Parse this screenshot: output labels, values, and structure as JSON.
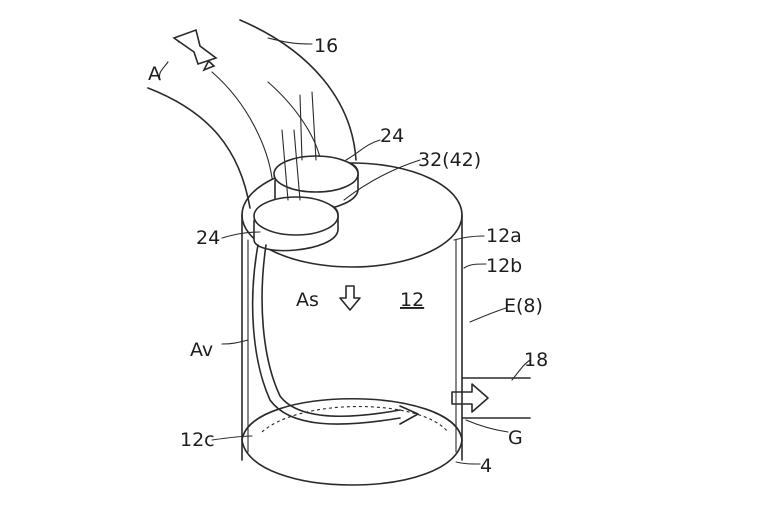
{
  "labels": {
    "A": "A",
    "n16": "16",
    "n24_top": "24",
    "n32": "32(42)",
    "n24_left": "24",
    "n12a": "12a",
    "n12b": "12b",
    "As": "As",
    "n12": "12",
    "E8": "E(8)",
    "Av": "Av",
    "n18": "18",
    "G": "G",
    "n12c": "12c",
    "n4": "4"
  },
  "colors": {
    "ink": "#2a2a2a",
    "paper": "#ffffff"
  }
}
